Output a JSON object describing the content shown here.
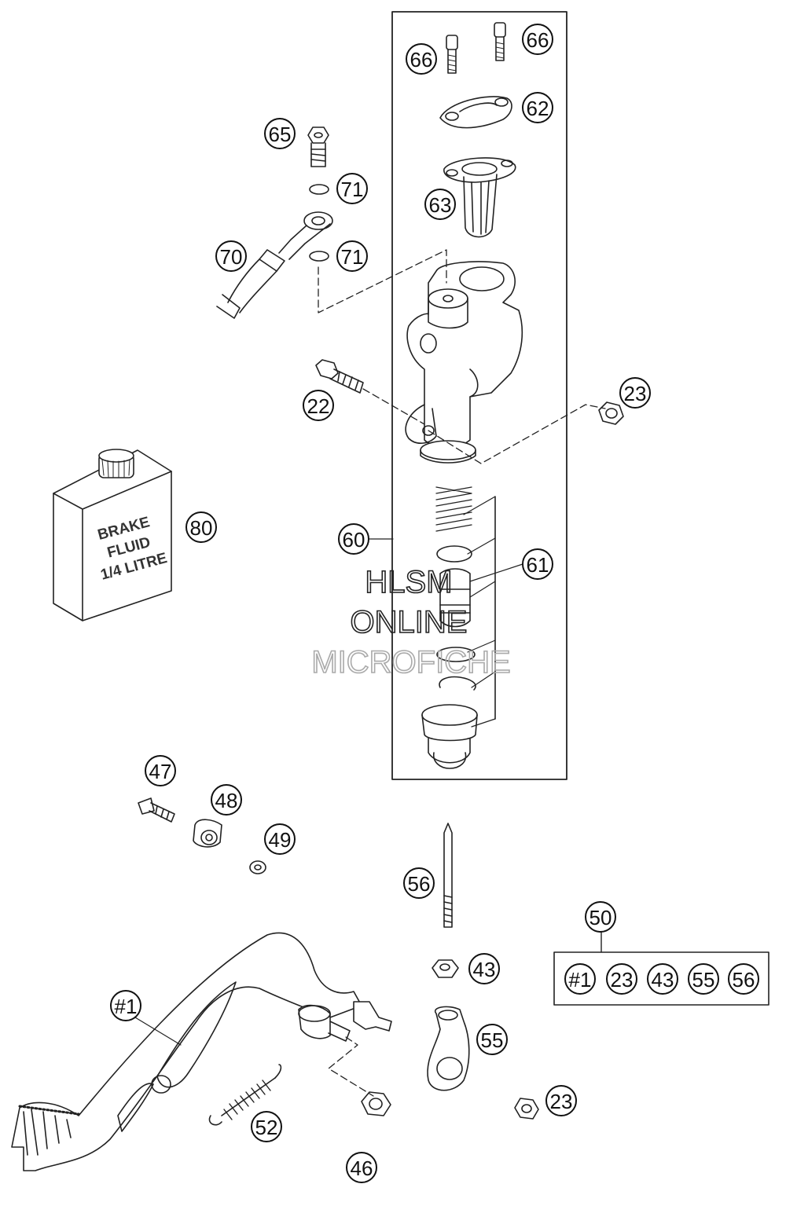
{
  "callouts": [
    {
      "id": "c66a",
      "label": "66"
    },
    {
      "id": "c66b",
      "label": "66"
    },
    {
      "id": "c62",
      "label": "62"
    },
    {
      "id": "c65",
      "label": "65"
    },
    {
      "id": "c71a",
      "label": "71"
    },
    {
      "id": "c63",
      "label": "63"
    },
    {
      "id": "c70",
      "label": "70"
    },
    {
      "id": "c71b",
      "label": "71"
    },
    {
      "id": "c22",
      "label": "22"
    },
    {
      "id": "c23a",
      "label": "23"
    },
    {
      "id": "c80",
      "label": "80"
    },
    {
      "id": "c60",
      "label": "60"
    },
    {
      "id": "c61",
      "label": "61"
    },
    {
      "id": "c47",
      "label": "47"
    },
    {
      "id": "c48",
      "label": "48"
    },
    {
      "id": "c49",
      "label": "49"
    },
    {
      "id": "c56",
      "label": "56"
    },
    {
      "id": "c50",
      "label": "50"
    },
    {
      "id": "c43",
      "label": "43"
    },
    {
      "id": "c1",
      "label": "#1"
    },
    {
      "id": "c55",
      "label": "55"
    },
    {
      "id": "c23b",
      "label": "23"
    },
    {
      "id": "c52",
      "label": "52"
    },
    {
      "id": "c46",
      "label": "46"
    }
  ],
  "kit_50": [
    "#1",
    "23",
    "43",
    "55",
    "56"
  ],
  "brake_fluid_label": [
    "BRAKE",
    "FLUID",
    "1/4 LITRE"
  ],
  "watermark": [
    "HLSM",
    "ONLINE",
    "MICROFICHE"
  ]
}
